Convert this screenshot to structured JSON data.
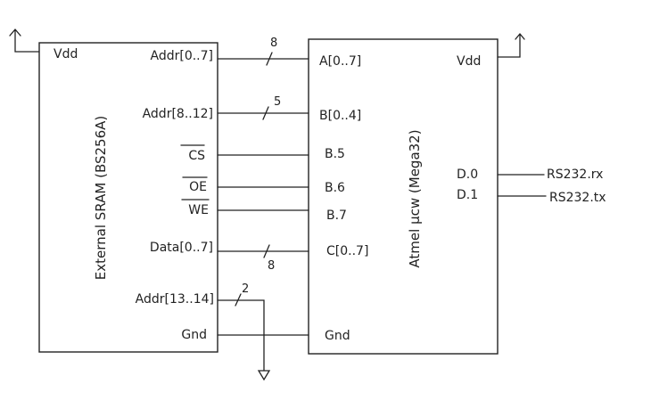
{
  "sram": {
    "title": "External SRAM (BS256A)",
    "pins": {
      "vdd": "Vdd",
      "addr_lo": "Addr[0..7]",
      "addr_hi": "Addr[8..12]",
      "cs": "CS",
      "oe": "OE",
      "we": "WE",
      "data": "Data[0..7]",
      "addr_top": "Addr[13..14]",
      "gnd": "Gnd"
    }
  },
  "mcu": {
    "title": "Atmel μcw (Mega32)",
    "pins": {
      "a": "A[0..7]",
      "vdd": "Vdd",
      "b04": "B[0..4]",
      "b5": "B.5",
      "b6": "B.6",
      "b7": "B.7",
      "c": "C[0..7]",
      "d0": "D.0",
      "d1": "D.1",
      "gnd": "Gnd"
    }
  },
  "buses": {
    "addr_lo": "8",
    "addr_hi": "5",
    "data": "8",
    "addr_top": "2"
  },
  "signals": {
    "rx": "RS232.rx",
    "tx": "RS232.tx"
  },
  "colors": {
    "ink": "#222222",
    "paper": "#ffffff"
  }
}
